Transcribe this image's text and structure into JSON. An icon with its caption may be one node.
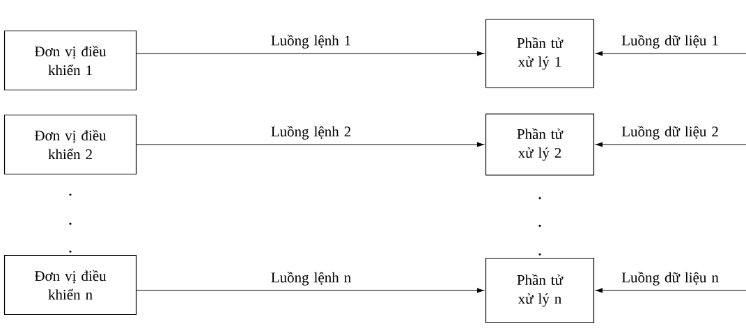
{
  "diagram": {
    "nodes": [
      {
        "text": [
          "Đơn vị điều khiển 1"
        ]
      },
      {
        "text": [
          "Phần tử xử lý 1"
        ]
      },
      {
        "text": [
          "Đơn vị điều khiển 2"
        ]
      },
      {
        "text": [
          "Phần tử xử lý 2"
        ]
      },
      {
        "text": [
          "Đơn vị điều khiển n"
        ]
      },
      {
        "text": [
          "Phần tử xử lý n"
        ]
      }
    ],
    "edges": [
      {
        "from": 0,
        "to": 1,
        "arrow": "to",
        "label": "Luồng lệnh 1"
      },
      {
        "from": null,
        "to": 1,
        "arrow": "to",
        "label": "Luồng dữ liệu 1"
      },
      {
        "from": 2,
        "to": 3,
        "arrow": "to",
        "label": "Luồng lệnh 2"
      },
      {
        "from": null,
        "to": 3,
        "arrow": "to",
        "label": "Luồng dữ liệu 2"
      },
      {
        "from": 4,
        "to": 5,
        "arrow": "to",
        "label": "Luồng lệnh n"
      },
      {
        "from": null,
        "to": 5,
        "arrow": "to",
        "label": "Luồng dữ liệu n"
      }
    ]
  }
}
